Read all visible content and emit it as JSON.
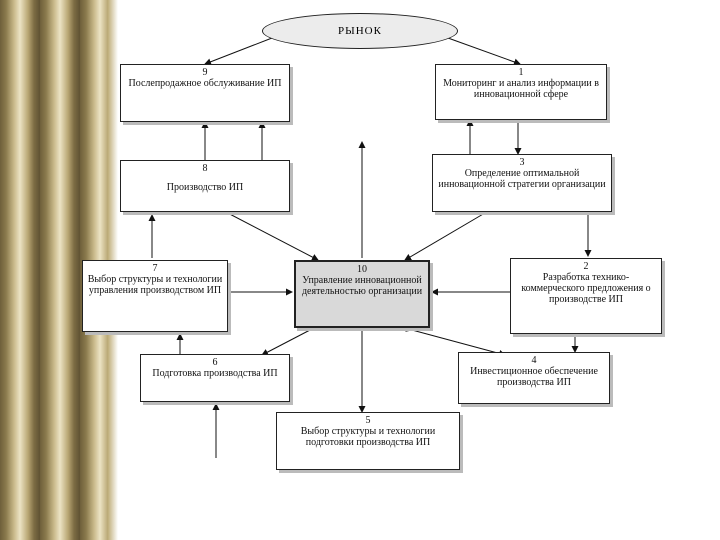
{
  "market": "РЫНОК",
  "boxes": [
    {
      "id": "b9",
      "num": "9",
      "text": "Послепродажное обслуживание ИП"
    },
    {
      "id": "b1",
      "num": "1",
      "text": "Мониторинг и анализ информации в инновационной сфере"
    },
    {
      "id": "b8",
      "num": "8",
      "text": "Производство ИП"
    },
    {
      "id": "b3",
      "num": "3",
      "text": "Определение оптимальной инновационной стратегии организации"
    },
    {
      "id": "b7",
      "num": "7",
      "text": "Выбор структуры и технологии управления производством ИП"
    },
    {
      "id": "b10",
      "num": "10",
      "text": "Управление инновационной деятельностью организации"
    },
    {
      "id": "b2",
      "num": "2",
      "text": "Разработка технико-коммерческого предложения о производстве ИП"
    },
    {
      "id": "b6",
      "num": "6",
      "text": "Подготовка производства ИП"
    },
    {
      "id": "b4",
      "num": "4",
      "text": "Инвестиционное обеспечение производства ИП"
    },
    {
      "id": "b5",
      "num": "5",
      "text": "Выбор структуры и технологии подготовки производства ИП"
    }
  ]
}
